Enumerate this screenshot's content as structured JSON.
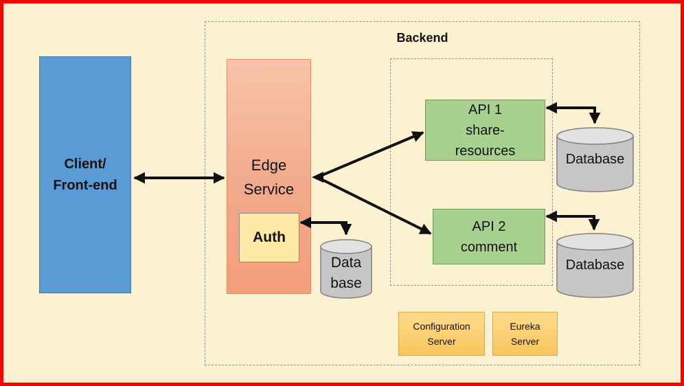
{
  "backend": {
    "title": "Backend"
  },
  "nodes": {
    "client": "Client/\nFront-end",
    "edge_service": "Edge\nService",
    "auth": "Auth",
    "edge_database": "Data\nbase",
    "api1": "API 1\nshare-\nresources",
    "api1_database": "Database",
    "api2": "API 2\ncomment",
    "api2_database": "Database",
    "config_server": "Configuration\nServer",
    "eureka_server": "Eureka\nServer"
  },
  "connections": [
    {
      "from": "client",
      "to": "edge_service",
      "bidirectional": true
    },
    {
      "from": "edge_service",
      "to": "api1",
      "bidirectional": true
    },
    {
      "from": "edge_service",
      "to": "api2",
      "bidirectional": true
    },
    {
      "from": "auth",
      "to": "edge_database",
      "bidirectional": true
    },
    {
      "from": "api1",
      "to": "api1_database",
      "bidirectional": true
    },
    {
      "from": "api2",
      "to": "api2_database",
      "bidirectional": true
    }
  ],
  "colors": {
    "background": "#FCF2D2",
    "frame_red": "#FE0000",
    "client_blue": "#5B9BD5",
    "edge_salmon": "#F2A98B",
    "auth_yellow": "#FBE9A4",
    "api_green": "#A8D08F",
    "server_gold": "#F9C65D",
    "database_gray": "#C6C6C6",
    "arrow_black": "#111111"
  }
}
